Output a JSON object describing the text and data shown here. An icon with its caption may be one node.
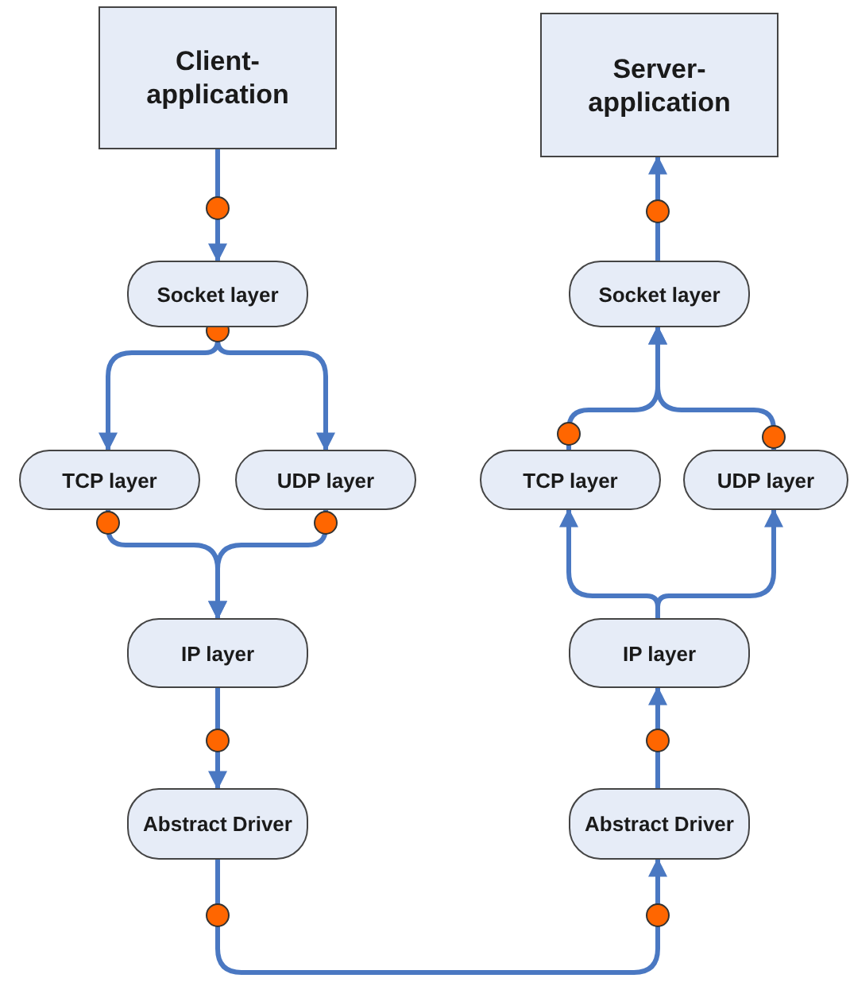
{
  "diagram": {
    "nodes": [
      {
        "text": [
          "Client-application"
        ]
      },
      {
        "text": [
          "Socket layer"
        ]
      },
      {
        "text": [
          "TCP layer"
        ]
      },
      {
        "text": [
          "UDP layer"
        ]
      },
      {
        "text": [
          "IP layer"
        ]
      },
      {
        "text": [
          "Abstract Driver"
        ]
      },
      {
        "text": [
          "Server-application"
        ]
      },
      {
        "text": [
          "Socket layer"
        ]
      },
      {
        "text": [
          "TCP layer"
        ]
      },
      {
        "text": [
          "UDP layer"
        ]
      },
      {
        "text": [
          "IP layer"
        ]
      },
      {
        "text": [
          "Abstract Driver"
        ]
      }
    ],
    "edges": [
      {
        "from": 0,
        "to": 1,
        "arrow": "to"
      },
      {
        "from": 1,
        "to": 2,
        "arrow": "to"
      },
      {
        "from": 1,
        "to": 3,
        "arrow": "to"
      },
      {
        "from": 2,
        "to": 4,
        "arrow": "to"
      },
      {
        "from": 3,
        "to": 4,
        "arrow": "to"
      },
      {
        "from": 4,
        "to": 5,
        "arrow": "to"
      },
      {
        "from": 5,
        "to": 11,
        "arrow": "to"
      },
      {
        "from": 11,
        "to": 10,
        "arrow": "to"
      },
      {
        "from": 10,
        "to": 8,
        "arrow": "to"
      },
      {
        "from": 10,
        "to": 9,
        "arrow": "to"
      },
      {
        "from": 8,
        "to": 7,
        "arrow": "to"
      },
      {
        "from": 9,
        "to": 7,
        "arrow": "to"
      },
      {
        "from": 7,
        "to": 6,
        "arrow": "to"
      }
    ]
  }
}
